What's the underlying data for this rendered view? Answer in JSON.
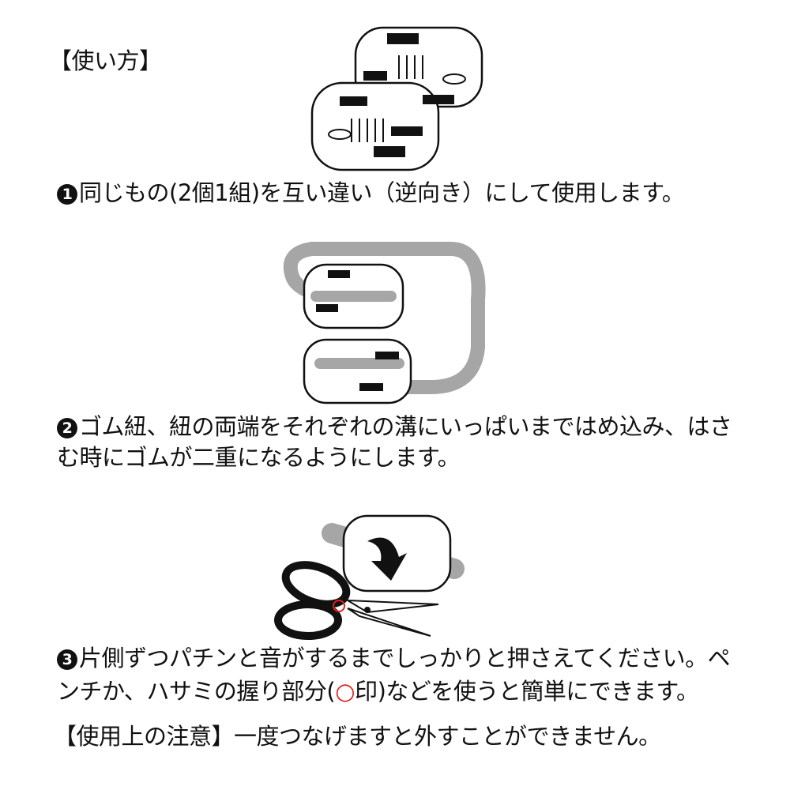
{
  "title": "【使い方】",
  "steps": [
    {
      "num": "1",
      "text": "同じもの(2個1組)を互い違い（逆向き）にして使用します。"
    },
    {
      "num": "2",
      "line1": "ゴム紐、紐の両端をそれぞれの溝にいっぱいまではめ込み、はさ",
      "line2": "む時にゴムが二重になるようにします。"
    },
    {
      "num": "3",
      "line1": "片側ずつパチンと音がするまでしっかりと押さえてください。ペ",
      "line2_a": "ンチか、ハサミの握り部分(",
      "line2_mark": "○",
      "line2_b": "印)などを使うと簡単にできます。"
    }
  ],
  "caution": "【使用上の注意】一度つなげますと外すことができません。",
  "colors": {
    "text": "#111111",
    "mark": "#e0201b",
    "cord": "#a6a6a6"
  }
}
